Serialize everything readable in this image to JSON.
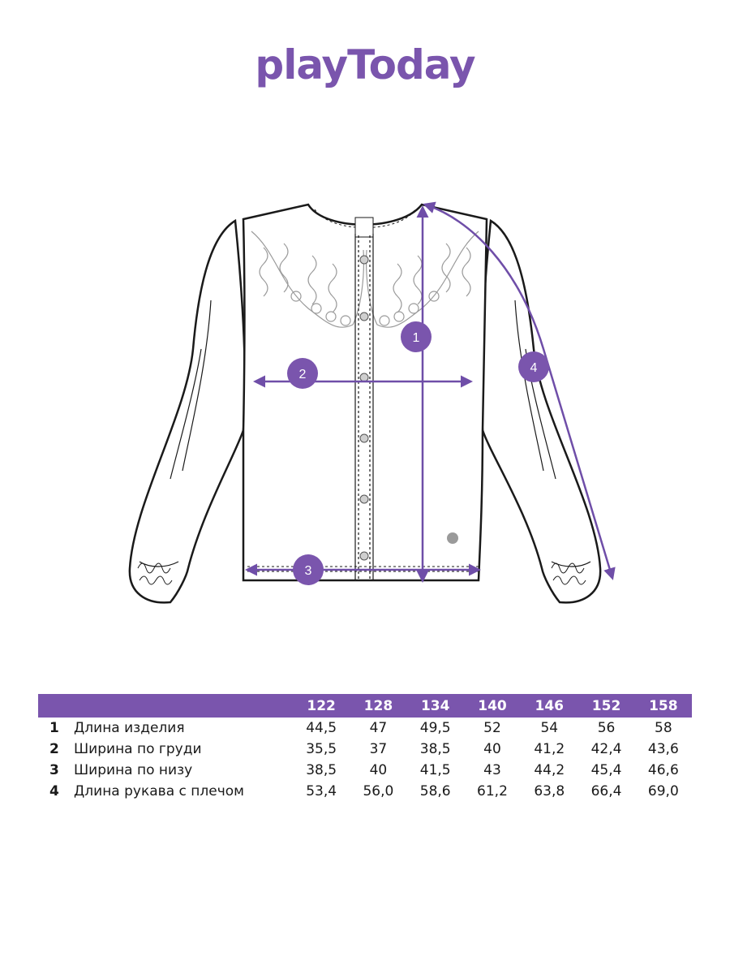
{
  "brand": {
    "logo_text": "playToday"
  },
  "drawing": {
    "markers": [
      "1",
      "2",
      "3",
      "4"
    ]
  },
  "table": {
    "sizes": [
      "122",
      "128",
      "134",
      "140",
      "146",
      "152",
      "158"
    ],
    "rows": [
      {
        "num": "1",
        "name": "Длина изделия",
        "values": [
          "44,5",
          "47",
          "49,5",
          "52",
          "54",
          "56",
          "58"
        ]
      },
      {
        "num": "2",
        "name": "Ширина по груди",
        "values": [
          "35,5",
          "37",
          "38,5",
          "40",
          "41,2",
          "42,4",
          "43,6"
        ]
      },
      {
        "num": "3",
        "name": "Ширина по низу",
        "values": [
          "38,5",
          "40",
          "41,5",
          "43",
          "44,2",
          "45,4",
          "46,6"
        ]
      },
      {
        "num": "4",
        "name": "Длина рукава с плечом",
        "values": [
          "53,4",
          "56,0",
          "58,6",
          "61,2",
          "63,8",
          "66,4",
          "69,0"
        ]
      }
    ]
  },
  "colors": {
    "accent": "#7a55ad",
    "line": "#1a1a1a"
  }
}
